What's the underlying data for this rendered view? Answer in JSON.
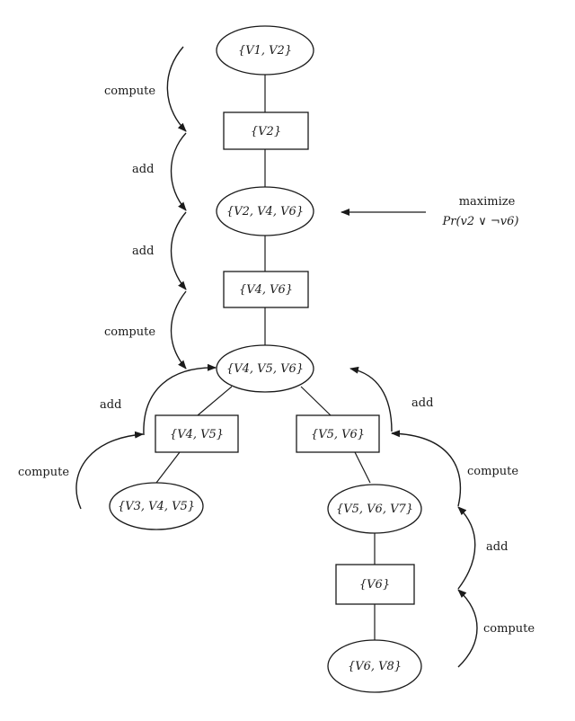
{
  "diagram": {
    "nodes": [
      {
        "id": "n1",
        "shape": "ellipse",
        "label": "{V1, V2}"
      },
      {
        "id": "s2",
        "shape": "rect",
        "label": "{V2}"
      },
      {
        "id": "n3",
        "shape": "ellipse",
        "label": "{V2, V4, V6}"
      },
      {
        "id": "s4",
        "shape": "rect",
        "label": "{V4, V6}"
      },
      {
        "id": "n5",
        "shape": "ellipse",
        "label": "{V4, V5, V6}"
      },
      {
        "id": "s6",
        "shape": "rect",
        "label": "{V4, V5}"
      },
      {
        "id": "s7",
        "shape": "rect",
        "label": "{V5, V6}"
      },
      {
        "id": "n8",
        "shape": "ellipse",
        "label": "{V3, V4, V5}"
      },
      {
        "id": "n9",
        "shape": "ellipse",
        "label": "{V5, V6, V7}"
      },
      {
        "id": "s10",
        "shape": "rect",
        "label": "{V6}"
      },
      {
        "id": "n11",
        "shape": "ellipse",
        "label": "{V6, V8}"
      }
    ],
    "edges": [
      [
        "n1",
        "s2"
      ],
      [
        "s2",
        "n3"
      ],
      [
        "n3",
        "s4"
      ],
      [
        "s4",
        "n5"
      ],
      [
        "n5",
        "s6"
      ],
      [
        "n5",
        "s7"
      ],
      [
        "s6",
        "n8"
      ],
      [
        "s7",
        "n9"
      ],
      [
        "n9",
        "s10"
      ],
      [
        "s10",
        "n11"
      ]
    ],
    "flow_labels": {
      "left_compute_1": "compute",
      "left_add_1": "add",
      "left_add_2": "add",
      "left_compute_2": "compute",
      "lower_add_left": "add",
      "lower_compute_left": "compute",
      "right_add_top": "add",
      "right_compute_top": "compute",
      "right_add_mid": "add",
      "right_compute_bottom": "compute"
    },
    "query": {
      "line1": "maximize",
      "line2": "Pr(v2 ∨ ¬v6)"
    }
  }
}
